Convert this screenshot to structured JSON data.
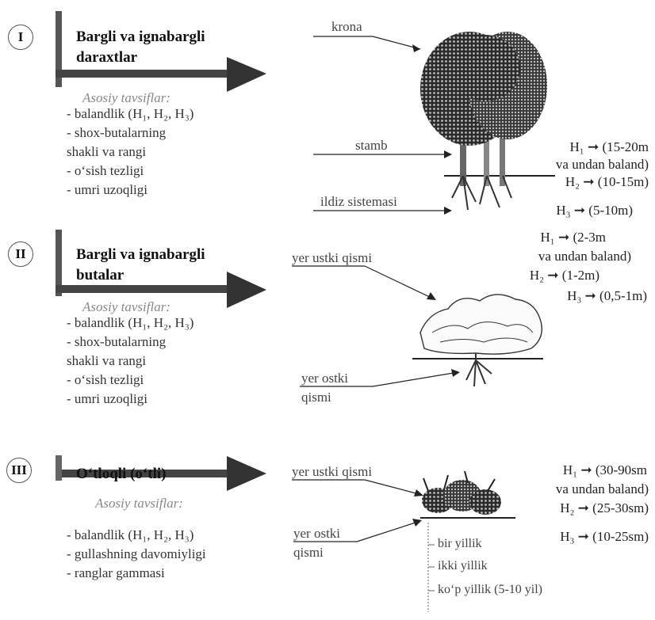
{
  "sections": [
    {
      "roman": "I",
      "title_line1": "Bargli va ignabargli",
      "title_line2": "daraxtlar",
      "subtitle": "Asosiy tavsiflar:",
      "items": [
        "- balandlik (H₁, H₂, H₃)",
        "- shox-butalarning",
        "shakli va rangi",
        "- o‘sish tezligi",
        "- umri uzoqligi"
      ],
      "labels": [
        "krona",
        "stamb",
        "ildiz sistemasi"
      ],
      "heights": [
        "H₁ ➞ (15-20m",
        "va undan baland)",
        "H₂ ➞ (10-15m)",
        "H₃ ➞ (5-10m)"
      ]
    },
    {
      "roman": "II",
      "title_line1": "Bargli va ignabargli",
      "title_line2": "butalar",
      "subtitle": "Asosiy tavsiflar:",
      "items": [
        "- balandlik (H₁, H₂, H₃)",
        "- shox-butalarning",
        "shakli va rangi",
        "- o‘sish tezligi",
        "- umri uzoqligi"
      ],
      "labels": [
        "yer ustki qismi",
        "yer ostki",
        "qismi"
      ],
      "heights": [
        "H₁ ➞ (2-3m",
        "va undan baland)",
        "H₂ ➞ (1-2m)",
        "H₃ ➞ (0,5-1m)"
      ]
    },
    {
      "roman": "III",
      "title_line1": "O‘tloqli (o‘tli)",
      "subtitle": "Asosiy tavsiflar:",
      "items": [
        "- balandlik (H₁, H₂, H₃)",
        "- gullashning davomiyligi",
        "- ranglar gammasi"
      ],
      "labels": [
        "yer ustki qismi",
        "yer ostki",
        "qismi"
      ],
      "heights": [
        "H₁ ➞ (30-90sm",
        "va undan baland)",
        "H₂ ➞ (25-30sm)",
        "H₃ ➞ (10-25sm)"
      ],
      "durations": [
        "bir yillik",
        "ikki yillik",
        "ko‘p yillik (5-10 yil)"
      ]
    }
  ],
  "colors": {
    "bar": "#555555",
    "arrow": "#333333",
    "foliage": "#2a2a2a",
    "line": "#222222"
  },
  "icons": [
    "tree-illustration",
    "shrub-illustration",
    "grass-illustration",
    "arrow-right-icon"
  ]
}
